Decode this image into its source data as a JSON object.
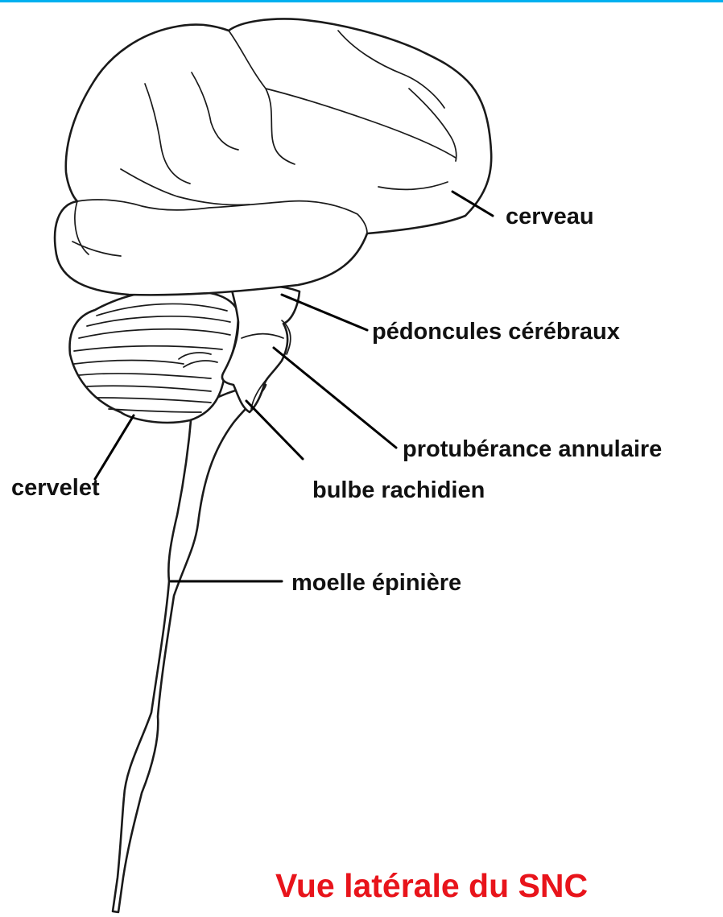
{
  "colors": {
    "accent_rule": "#00b0f0",
    "caption": "#e8141b",
    "ink": "#1a1a1a"
  },
  "labels": {
    "cerveau": "cerveau",
    "pedoncules": "pédoncules cérébraux",
    "protuberance": "protubérance annulaire",
    "bulbe": "bulbe rachidien",
    "cervelet": "cervelet",
    "moelle": "moelle épinière"
  },
  "caption": "Vue latérale du SNC"
}
